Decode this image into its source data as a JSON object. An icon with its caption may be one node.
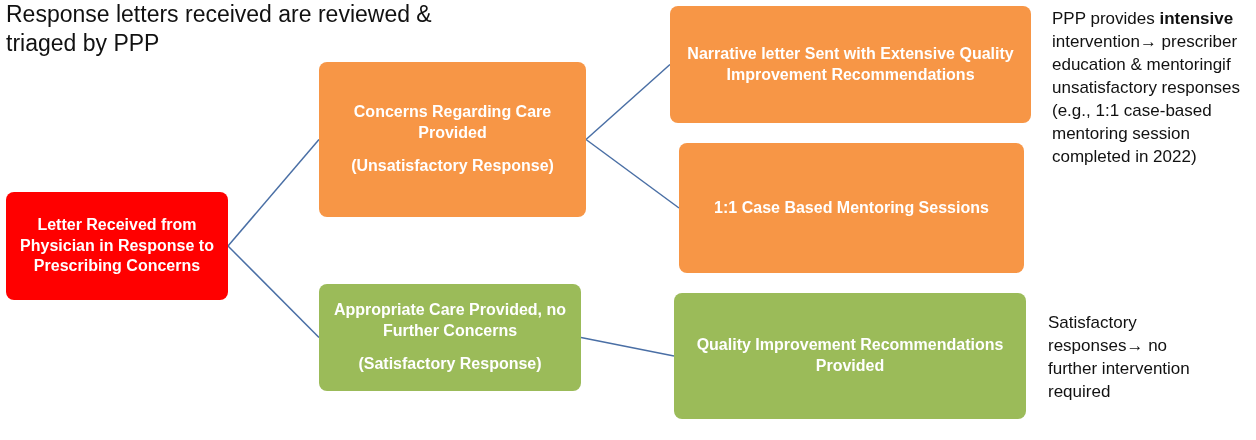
{
  "diagram": {
    "title": "Response letters received are reviewed & triaged by PPP",
    "nodes": [
      {
        "text": [
          "Letter Received from Physician in Response to Prescribing Concerns"
        ]
      },
      {
        "text": [
          "Concerns Regarding Care Provided",
          "(Unsatisfactory Response)"
        ]
      },
      {
        "text": [
          "Appropriate Care Provided, no Further Concerns",
          "(Satisfactory Response)"
        ]
      },
      {
        "text": [
          "Narrative letter Sent with Extensive Quality Improvement Recommendations"
        ]
      },
      {
        "text": [
          "1:1 Case Based Mentoring Sessions"
        ]
      },
      {
        "text": [
          "Quality Improvement Recommendations Provided"
        ]
      }
    ],
    "edges": [
      {
        "from": 0,
        "to": 1,
        "arrow": "none"
      },
      {
        "from": 0,
        "to": 2,
        "arrow": "none"
      },
      {
        "from": 1,
        "to": 3,
        "arrow": "none"
      },
      {
        "from": 1,
        "to": 4,
        "arrow": "none"
      },
      {
        "from": 2,
        "to": 5,
        "arrow": "none"
      }
    ],
    "labels": [
      "PPP provides **intensive** intervention→ prescriber education & mentoringif unsatisfactory responses",
      "(e.g., 1:1 case-based mentoring session completed in 2022)",
      "Satisfactory responses→ no further intervention required"
    ]
  }
}
